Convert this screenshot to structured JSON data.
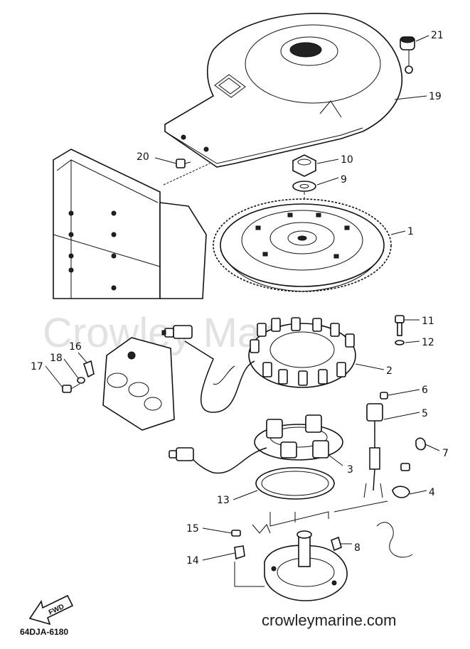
{
  "watermark": "Crowley Marine",
  "site": "crowleymarine.com",
  "diagram_code": "64DJA-6180",
  "fwd_label": "FWD",
  "callouts": [
    "1",
    "2",
    "3",
    "4",
    "5",
    "6",
    "7",
    "8",
    "9",
    "10",
    "11",
    "12",
    "13",
    "14",
    "15",
    "16",
    "17",
    "18",
    "19",
    "20",
    "21"
  ]
}
